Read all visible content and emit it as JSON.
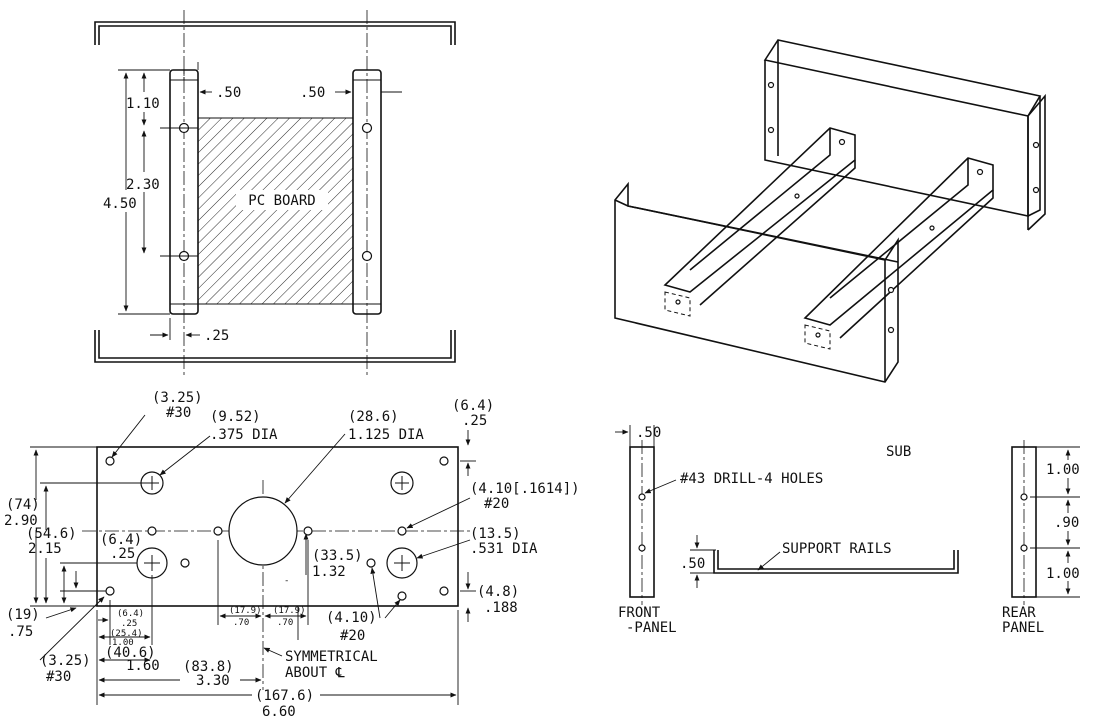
{
  "top_view": {
    "board_label": "PC BOARD",
    "dim_rail_width_left": ".50",
    "dim_rail_width_right": ".50",
    "dim_top_to_hole": "1.10",
    "dim_hole_spacing": "2.30",
    "dim_overall_length": "4.50",
    "dim_gap": ".25"
  },
  "front_panel_view": {
    "hole_30_top": [
      "(3.25)",
      "#30"
    ],
    "hole_375": [
      "(9.52)",
      ".375 DIA"
    ],
    "hole_1125": [
      "(28.6)",
      "1.125 DIA"
    ],
    "dim_top_right": [
      "(6.4)",
      ".25"
    ],
    "hole_20_right": [
      "(4.10[.1614])",
      "#20"
    ],
    "hole_531": [
      "(13.5)",
      ".531 DIA"
    ],
    "dim_right_bottom": [
      "(4.8)",
      ".188"
    ],
    "dim_height_total": [
      "(74)",
      "2.90"
    ],
    "dim_height_mid": [
      "(54.6)",
      "2.15"
    ],
    "dim_left_hole": [
      "(6.4)",
      ".25"
    ],
    "dim_bottom_left": [
      "(19)",
      ".75"
    ],
    "dim_center_height": [
      "(33.5)",
      "1.32"
    ],
    "small_dims": [
      "(6.4)",
      ".25",
      "(25.4)",
      "1.00",
      "(17.9)",
      ".70",
      "(17.9)",
      ".70"
    ],
    "hole_30_bottom": [
      "(3.25)",
      "#30"
    ],
    "hole_20_bottom": [
      "(4.10)",
      "#20"
    ],
    "dim_40_6": [
      "(40.6)",
      "1.60"
    ],
    "dim_83_8": [
      "(83.8)",
      "3.30"
    ],
    "symmetrical_note": [
      "SYMMETRICAL",
      "ABOUT ℄"
    ],
    "dim_overall_width": [
      "(167.6)",
      "6.60"
    ]
  },
  "rail_view": {
    "dim_panel_thickness": ".50",
    "sub_label": "SUB",
    "drill_note": "#43 DRILL-4 HOLES",
    "support_rails_label": "SUPPORT RAILS",
    "dim_rail_height": ".50",
    "front_panel_label": [
      "FRONT",
      "-PANEL"
    ],
    "rear_panel_label": [
      "REAR",
      "PANEL"
    ],
    "dim_rear_1": "1.00",
    "dim_rear_2": ".90",
    "dim_rear_3": "1.00"
  }
}
